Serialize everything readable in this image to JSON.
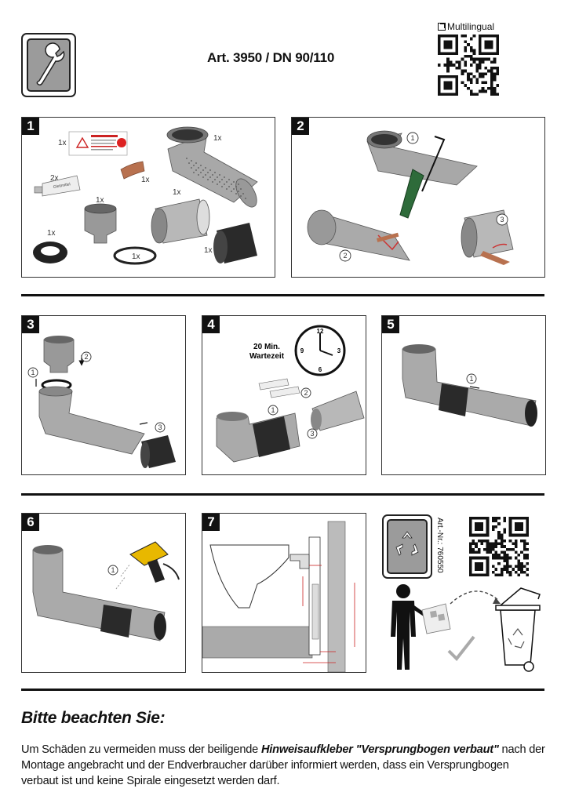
{
  "header": {
    "title": "Art. 3950 / DN 90/110",
    "qr_label": "Multilingual"
  },
  "panels": {
    "p1": {
      "number": "1",
      "qty_sticker": "1x",
      "qty_lube": "2x",
      "qty_tape": "1x",
      "qty_elbow": "1x",
      "qty_reducer": "1x",
      "qty_adapter": "1x",
      "qty_ring": "1x",
      "qty_oring": "1x",
      "qty_sleeve": "1x",
      "lube_label": "Gleitmittel"
    },
    "p2": {
      "number": "2",
      "steps": [
        "1",
        "2",
        "3"
      ]
    },
    "p3": {
      "number": "3",
      "steps": [
        "1",
        "2",
        "3"
      ]
    },
    "p4": {
      "number": "4",
      "wait_line1": "20 Min.",
      "wait_line2": "Wartezeit",
      "clock_12": "12",
      "clock_3": "3",
      "clock_6": "6",
      "clock_9": "9",
      "steps": [
        "1",
        "2",
        "3"
      ]
    },
    "p5": {
      "number": "5",
      "steps": [
        "1"
      ]
    },
    "p6": {
      "number": "6",
      "steps": [
        "1"
      ]
    },
    "p7": {
      "number": "7"
    }
  },
  "recycle": {
    "article_no": "Art.-Nr.: 760550"
  },
  "notice": {
    "title": "Bitte beachten Sie:",
    "text_before": "Um Schäden zu vermeiden muss der beiligende ",
    "text_bold": "Hinweisaufkleber \"Versprungbogen verbaut\"",
    "text_after": " nach der Montage angebracht und der Endverbraucher darüber informiert werden, dass ein Versprung­bogen verbaut ist und keine Spirale eingesetzt werden darf."
  }
}
